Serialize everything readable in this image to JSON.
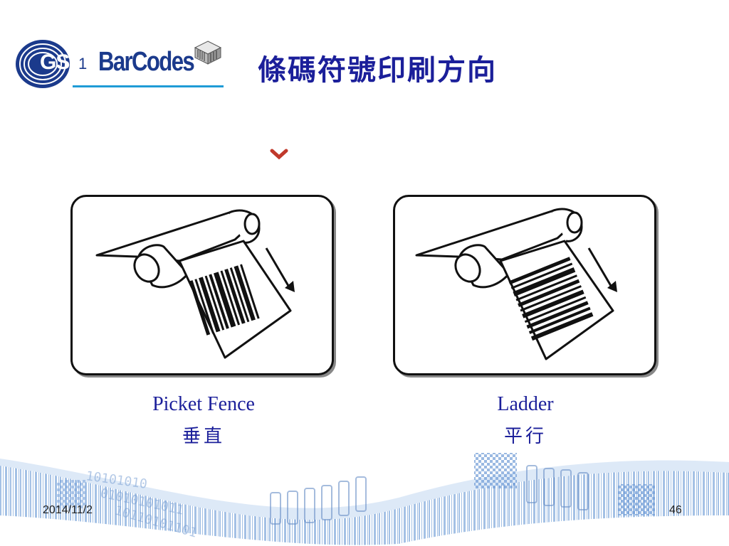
{
  "logo": {
    "gs1": "GS",
    "gs1_sub": "1",
    "brand": "BarCodes"
  },
  "title": "條碼符號印刷方向",
  "panels": [
    {
      "caption_en": "Picket Fence",
      "caption_zh": "垂直",
      "icon": "printer-label-vertical-bars-icon"
    },
    {
      "caption_en": "Ladder",
      "caption_zh": "平行",
      "icon": "printer-label-horizontal-bars-icon"
    }
  ],
  "footer": {
    "date": "2014/11/2",
    "page": "46"
  },
  "colors": {
    "title": "#1b1f9a",
    "brand_blue": "#1b3a8c",
    "accent_cyan": "#1f9bd6",
    "chevron_red": "#c0392b"
  }
}
